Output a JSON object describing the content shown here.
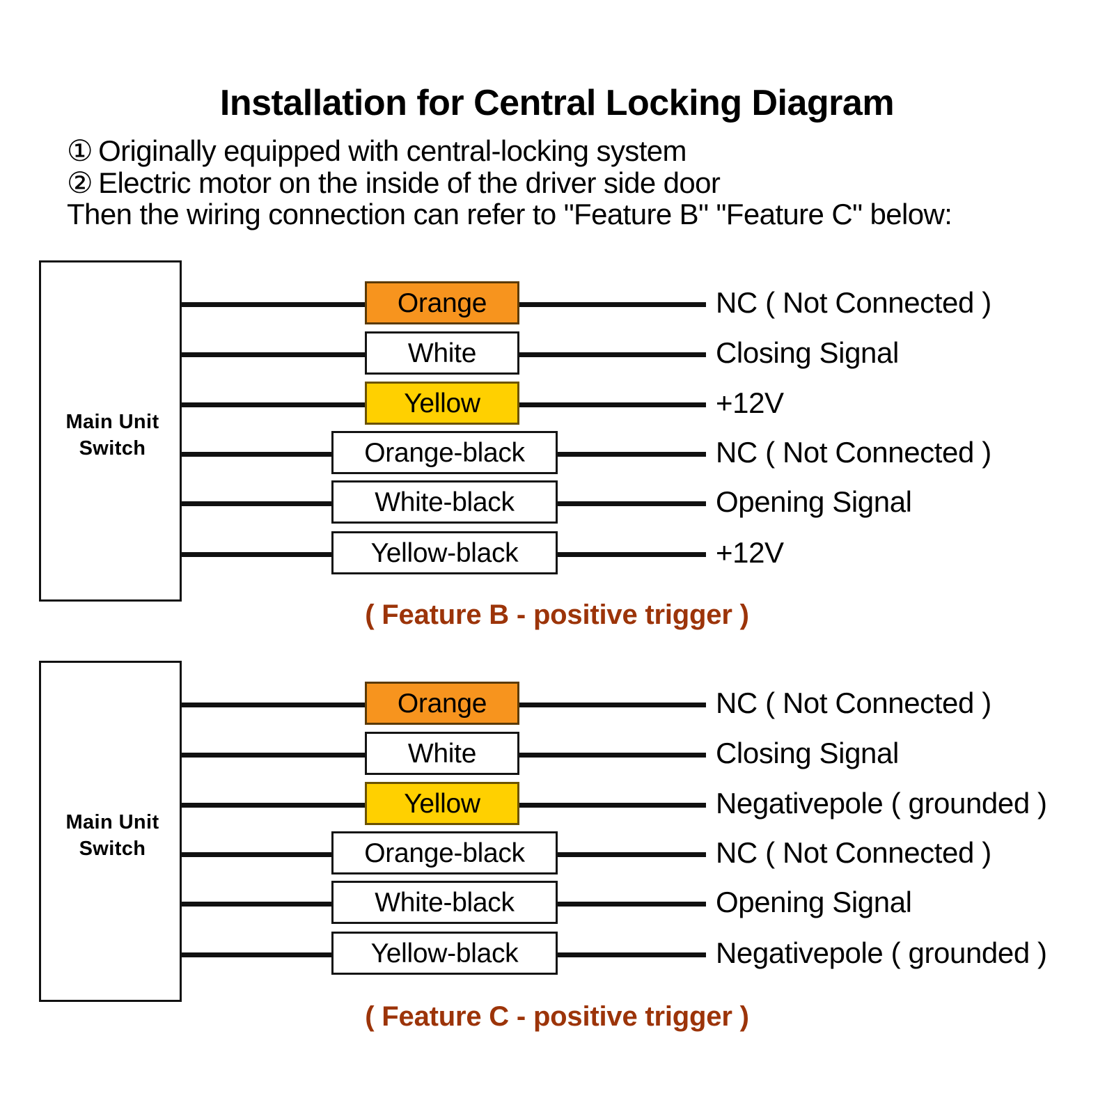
{
  "title": "Installation for Central Locking Diagram",
  "header": {
    "lines": [
      {
        "marker": "①",
        "text": "Originally equipped with central-locking system"
      },
      {
        "marker": "②",
        "text": "Electric motor on the inside of the driver side door"
      },
      {
        "marker": "",
        "text": "Then the wiring connection can refer to \"Feature B\" \"Feature C\" below:"
      }
    ]
  },
  "colors": {
    "orange": "#F7941E",
    "yellow": "#FFD000",
    "white": "#FFFFFF",
    "caption": "#9C3409",
    "line": "#111111"
  },
  "diagrams": [
    {
      "id": "feature-b",
      "unit_label": "Main Unit\nSwitch",
      "caption": "( Feature B - positive trigger )",
      "rows": [
        {
          "wire": "Orange",
          "style": "color",
          "fill": "orange",
          "function": "NC ( Not Connected )"
        },
        {
          "wire": "White",
          "style": "color",
          "fill": "white",
          "function": "Closing Signal"
        },
        {
          "wire": "Yellow",
          "style": "color",
          "fill": "yellow",
          "function": "+12V"
        },
        {
          "wire": "Orange-black",
          "style": "striped",
          "fill": "white",
          "function": "NC ( Not Connected )"
        },
        {
          "wire": "White-black",
          "style": "striped",
          "fill": "white",
          "function": "Opening Signal"
        },
        {
          "wire": "Yellow-black",
          "style": "striped",
          "fill": "white",
          "function": "+12V"
        }
      ]
    },
    {
      "id": "feature-c",
      "unit_label": "Main Unit\nSwitch",
      "caption": "( Feature C - positive trigger )",
      "rows": [
        {
          "wire": "Orange",
          "style": "color",
          "fill": "orange",
          "function": "NC ( Not Connected )"
        },
        {
          "wire": "White",
          "style": "color",
          "fill": "white",
          "function": "Closing Signal"
        },
        {
          "wire": "Yellow",
          "style": "color",
          "fill": "yellow",
          "function": "Negativepole ( grounded )"
        },
        {
          "wire": "Orange-black",
          "style": "striped",
          "fill": "white",
          "function": "NC ( Not Connected )"
        },
        {
          "wire": "White-black",
          "style": "striped",
          "fill": "white",
          "function": "Opening Signal"
        },
        {
          "wire": "Yellow-black",
          "style": "striped",
          "fill": "white",
          "function": "Negativepole ( grounded )"
        }
      ]
    }
  ]
}
